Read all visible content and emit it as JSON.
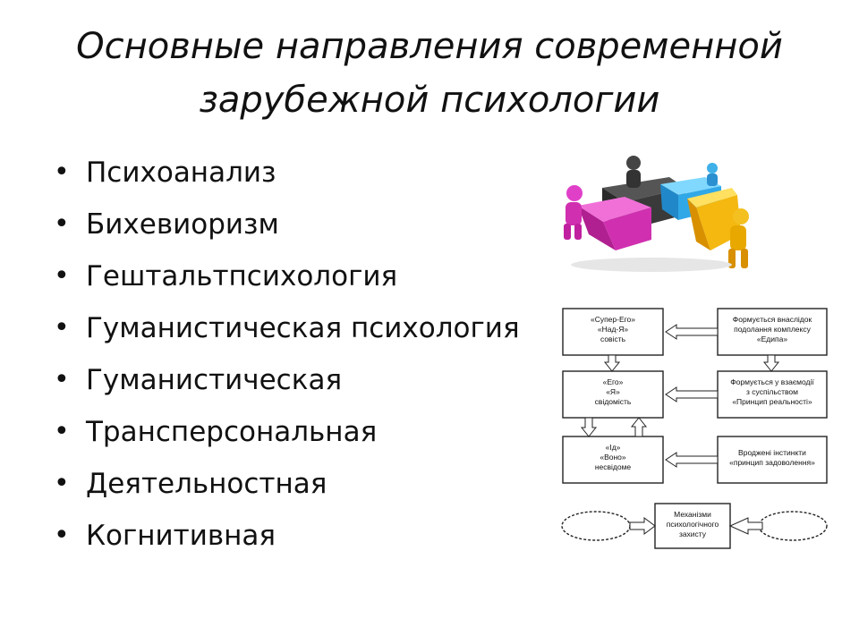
{
  "title": {
    "line1": "Основные направления современной",
    "line2": "зарубежной психологии"
  },
  "bullets": [
    "Психоанализ",
    "Бихевиоризм",
    "Гештальтпсихология",
    "Гуманистическая психология",
    "Гуманистическая",
    "Трансперсональная",
    "Деятельностная",
    "Когнитивная"
  ],
  "diagram": {
    "super_ego": [
      "«Супер-Его»",
      "«Над-Я»",
      "совість"
    ],
    "ego": [
      "«Его»",
      "«Я»",
      "свідомість"
    ],
    "id": [
      "«Ід»",
      "«Воно»",
      "несвідоме"
    ],
    "oedipus": [
      "Формується внаслідок",
      "подолання комплексу",
      "«Едипа»"
    ],
    "reality": [
      "Формується у взаємодії",
      "з суспільством",
      "«Принцип реальності»"
    ],
    "instincts": [
      "Вроджені інстинкти",
      "«принцип задоволення»"
    ],
    "defense": [
      "Механізми",
      "психологічного",
      "захисту"
    ]
  },
  "colors": {
    "magenta": "#e040c8",
    "cyan": "#3fb0e8",
    "yellow": "#f4c020",
    "dark": "#333333"
  }
}
